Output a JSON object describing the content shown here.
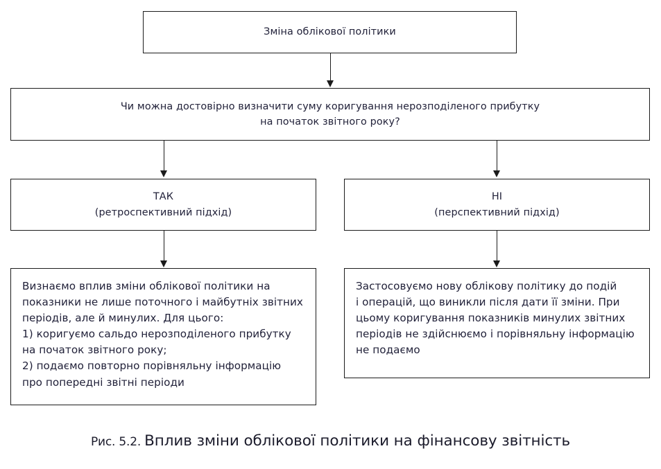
{
  "diagram": {
    "nodes": {
      "root": {
        "id": "change-of-accounting-policy",
        "text": "Зміна облікової політики"
      },
      "question": {
        "id": "reliable-determination-question",
        "text": "Чи можна достовірно визначити суму коригування нерозподіленого прибутку\nна початок звітного року?"
      },
      "branch_yes": {
        "id": "yes-retrospective",
        "text": "ТАК\n(ретроспективний підхід)"
      },
      "branch_no": {
        "id": "no-prospective",
        "text": "НІ\n(перспективний підхід)"
      },
      "detail_yes": {
        "id": "retrospective-actions",
        "text": "Визнаємо вплив зміни облікової політики на\nпоказники не лише поточного і майбутніх звітних\nперіодів, але й минулих. Для цього:\n1) коригуємо сальдо нерозподіленого прибутку\nна початок звітного року;\n2) подаємо повторно порівняльну інформацію\nпро попередні звітні періоди"
      },
      "detail_no": {
        "id": "prospective-actions",
        "text": "Застосовуємо нову облікову політику до подій\nі операцій, що виникли після дати її зміни. При\nцьому коригування показників минулих звітних\nперіодів не здійснюємо і порівняльну інформацію\nне подаємо"
      }
    },
    "connectors": [
      {
        "id": "root-to-question",
        "from": "root",
        "to": "question",
        "label": ""
      },
      {
        "id": "question-to-yes",
        "from": "question",
        "to": "branch_yes",
        "label": ""
      },
      {
        "id": "question-to-no",
        "from": "question",
        "to": "branch_no",
        "label": ""
      },
      {
        "id": "yes-to-detail",
        "from": "branch_yes",
        "to": "detail_yes",
        "label": ""
      },
      {
        "id": "no-to-detail",
        "from": "branch_no",
        "to": "detail_no",
        "label": ""
      }
    ],
    "caption": {
      "number": "Рис. 5.2.",
      "title": "Вплив зміни облікової політики на фінансову звітність"
    },
    "colors": {
      "background": "#ffffff",
      "border": "#1b1b1b",
      "text": "#22223a",
      "caption_text": "#1b1b2b"
    }
  }
}
